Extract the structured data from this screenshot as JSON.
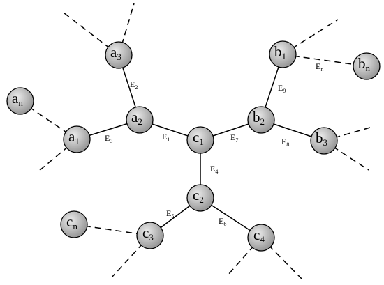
{
  "nodes": [
    {
      "id": "a1",
      "base": "a",
      "sub": "1"
    },
    {
      "id": "a2",
      "base": "a",
      "sub": "2"
    },
    {
      "id": "a3",
      "base": "a",
      "sub": "3"
    },
    {
      "id": "an",
      "base": "a",
      "sub": "n"
    },
    {
      "id": "b1",
      "base": "b",
      "sub": "1"
    },
    {
      "id": "b2",
      "base": "b",
      "sub": "2"
    },
    {
      "id": "b3",
      "base": "b",
      "sub": "3"
    },
    {
      "id": "bn",
      "base": "b",
      "sub": "n"
    },
    {
      "id": "c1",
      "base": "c",
      "sub": "1"
    },
    {
      "id": "c2",
      "base": "c",
      "sub": "2"
    },
    {
      "id": "c3",
      "base": "c",
      "sub": "3"
    },
    {
      "id": "c4",
      "base": "c",
      "sub": "4"
    },
    {
      "id": "cn",
      "base": "c",
      "sub": "n"
    }
  ],
  "edges": [
    {
      "id": "E1",
      "base": "E",
      "sub": "1",
      "from": "a2",
      "to": "c1"
    },
    {
      "id": "E2",
      "base": "E",
      "sub": "2",
      "from": "a3",
      "to": "a2"
    },
    {
      "id": "E3",
      "base": "E",
      "sub": "3",
      "from": "a1",
      "to": "a2"
    },
    {
      "id": "E4",
      "base": "E",
      "sub": "4",
      "from": "c1",
      "to": "c2"
    },
    {
      "id": "E5",
      "base": "E",
      "sub": "5",
      "from": "c3",
      "to": "c2"
    },
    {
      "id": "E6",
      "base": "E",
      "sub": "6",
      "from": "c2",
      "to": "c4"
    },
    {
      "id": "E7",
      "base": "E",
      "sub": "7",
      "from": "c1",
      "to": "b2"
    },
    {
      "id": "E8",
      "base": "E",
      "sub": "8",
      "from": "b2",
      "to": "b3"
    },
    {
      "id": "E9",
      "base": "E",
      "sub": "9",
      "from": "b2",
      "to": "b1"
    },
    {
      "id": "En",
      "base": "E",
      "sub": "n",
      "from": "b1",
      "to": "bn"
    }
  ],
  "dashed_connections": [
    {
      "from": "an",
      "to": "a1"
    },
    {
      "from": "cn",
      "to": "c3"
    },
    {
      "from": "b1",
      "to": "bn"
    }
  ],
  "colors": {
    "node_fill_light": "#ececec",
    "node_fill_dark": "#8a8a8a",
    "line": "#000000"
  }
}
